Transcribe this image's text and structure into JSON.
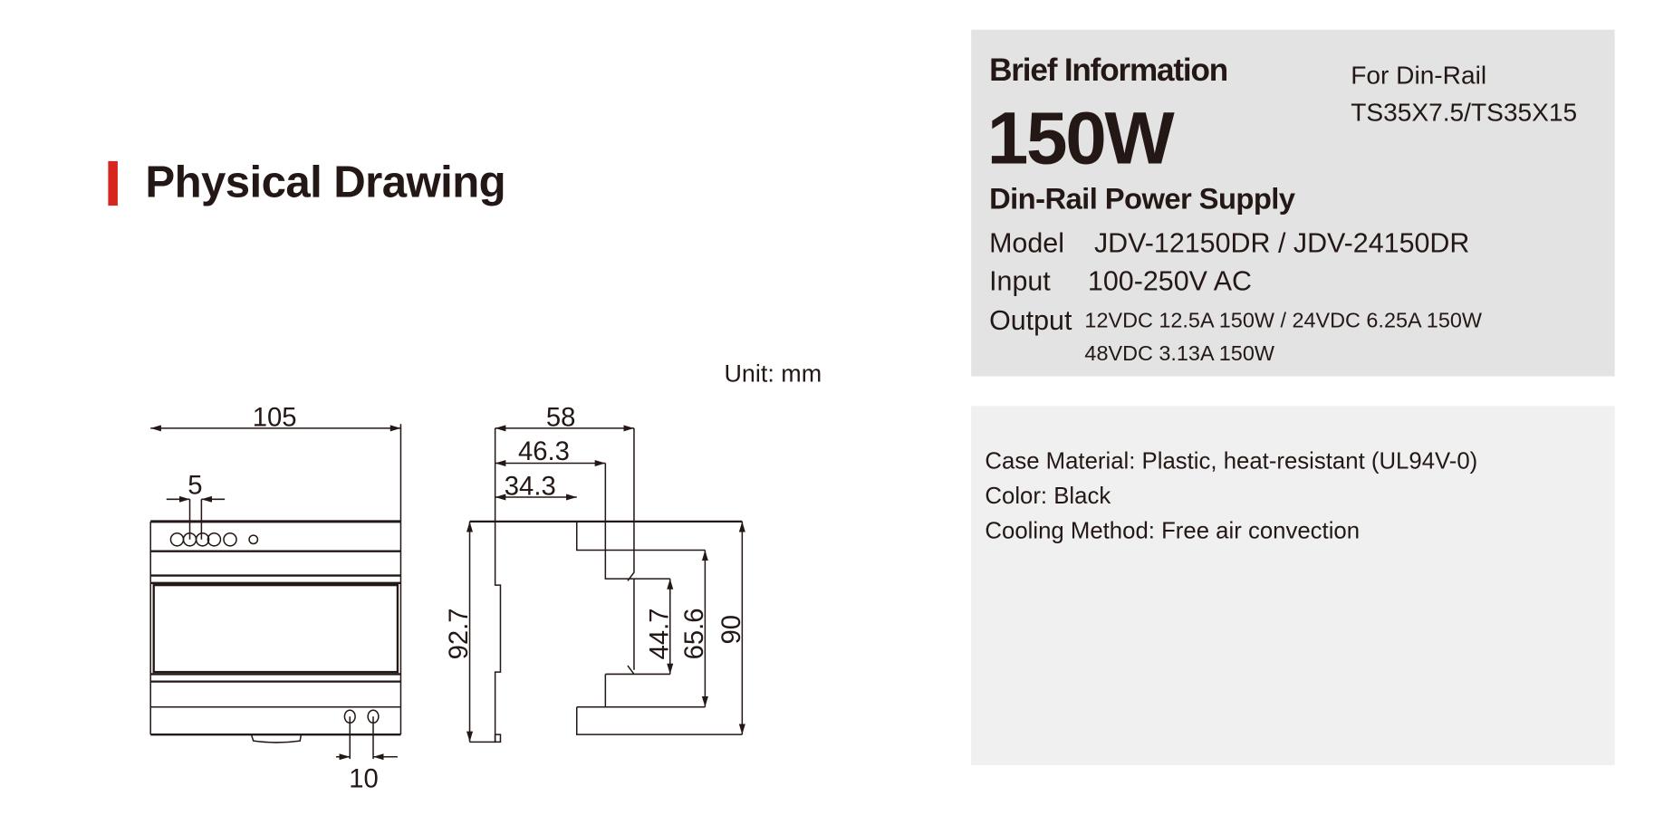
{
  "section": {
    "title": "Physical Drawing",
    "unit": "Unit: mm",
    "accent": "#d7261e"
  },
  "brief": {
    "heading": "Brief Information",
    "wattage": "150W",
    "subtitle": "Din-Rail Power Supply",
    "rail_line1": "For Din-Rail",
    "rail_line2": "TS35X7.5/TS35X15",
    "model_label": "Model",
    "model_value": "JDV-12150DR /  JDV-24150DR",
    "input_label": "Input",
    "input_value": "100-250V AC",
    "output_label": "Output",
    "output_line1": "12VDC 12.5A 150W / 24VDC 6.25A 150W",
    "output_line2": "48VDC 3.13A 150W"
  },
  "features": [
    "Case Material: Plastic, heat-resistant (UL94V-0)",
    "Color: Black",
    "Cooling Method: Free air convection"
  ],
  "dimensions": {
    "front_width": "105",
    "led_pitch": "5",
    "terminal_pitch": "10",
    "depth": "58",
    "depth_mid": "46.3",
    "depth_front": "34.3",
    "total_height": "92.7",
    "rail_slot": "44.7",
    "mid_height": "65.6",
    "body_height": "90"
  }
}
